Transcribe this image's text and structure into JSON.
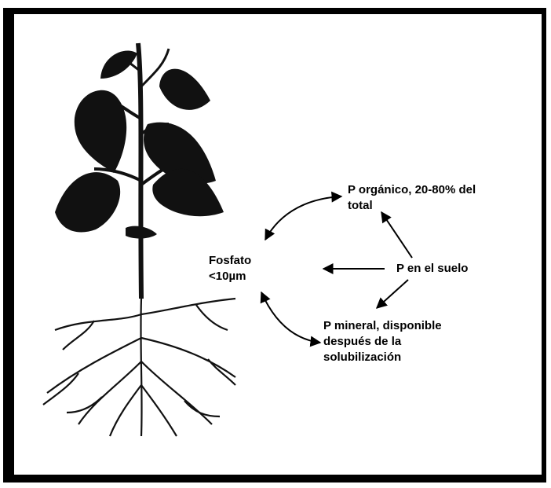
{
  "diagram": {
    "nodes": {
      "phosphate": {
        "lines": [
          "Fosfato",
          "<10µm"
        ]
      },
      "organic": {
        "lines": [
          "P orgánico, 20-80% del",
          "total"
        ]
      },
      "soil": {
        "lines": [
          "P en el suelo"
        ]
      },
      "mineral": {
        "lines": [
          "P mineral, disponible",
          "después de la",
          "solubilización"
        ]
      }
    },
    "edges": [
      {
        "from": "soil",
        "to": "phosphate"
      },
      {
        "from": "soil",
        "to": "organic"
      },
      {
        "from": "soil",
        "to": "mineral"
      },
      {
        "from": "organic",
        "to": "phosphate",
        "bidirectional": true
      },
      {
        "from": "mineral",
        "to": "phosphate",
        "bidirectional": true
      }
    ]
  },
  "illustration": {
    "icon": "plant-with-roots-icon"
  },
  "colors": {
    "ink": "#000000",
    "background": "#ffffff",
    "leaf": "#111111"
  }
}
